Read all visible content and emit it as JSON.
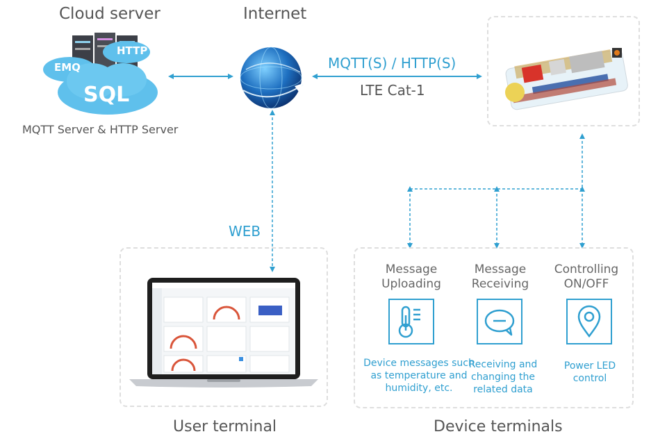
{
  "cloud": {
    "title": "Cloud server",
    "subtitle": "MQTT Server & HTTP Server",
    "emq": "EMQ",
    "http": "HTTP",
    "sql": "SQL"
  },
  "internet": {
    "title": "Internet"
  },
  "link": {
    "protocol": "MQTT(S) / HTTP(S)",
    "network": "LTE Cat-1"
  },
  "web_label": "WEB",
  "user_terminal": {
    "title": "User terminal"
  },
  "device_terminals": {
    "title": "Device terminals",
    "features": [
      {
        "title": "Message Uploading",
        "desc": "Device messages such as temperature and humidity, etc.",
        "icon": "thermometer-icon"
      },
      {
        "title": "Message Receiving",
        "desc": "Receiving and changing the related data",
        "icon": "message-bubble-icon"
      },
      {
        "title": "Controlling ON/OFF",
        "desc": "Power LED control",
        "icon": "location-pin-icon"
      }
    ]
  },
  "colors": {
    "accent": "#2f9fd0",
    "cloud": "#5fc0ec",
    "dash": "#dedede"
  }
}
